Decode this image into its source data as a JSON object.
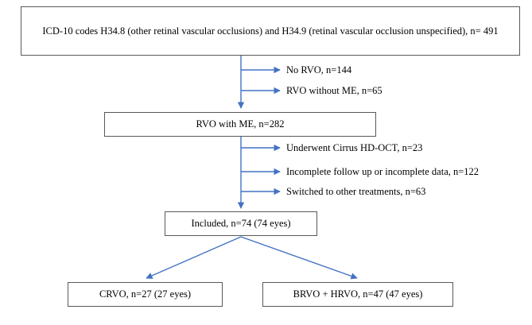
{
  "figure": {
    "type": "flowchart",
    "orientation": "top-to-bottom",
    "connector_color": "#4472C4",
    "box_border_color": "#595959",
    "text_color": "#000000",
    "background": "#ffffff"
  },
  "nodes": {
    "source": {
      "label": "ICD-10 codes H34.8 (other retinal vascular occlusions) and H34.9 (retinal vascular occlusion unspecified), n= 491",
      "n": 491
    },
    "rvo_with_me": {
      "label": "RVO with ME, n=282",
      "n": 282
    },
    "included": {
      "label": "Included, n=74 (74 eyes)",
      "n": 74,
      "eyes": 74
    },
    "crvo": {
      "label": "CRVO, n=27 (27 eyes)",
      "n": 27,
      "eyes": 27
    },
    "brvo_hrvo": {
      "label": "BRVO + HRVO, n=47 (47 eyes)",
      "n": 47,
      "eyes": 47
    }
  },
  "exclusions": {
    "stage_one": [
      {
        "label": "No RVO, n=144",
        "n": 144
      },
      {
        "label": "RVO without ME, n=65",
        "n": 65
      }
    ],
    "stage_two": [
      {
        "label": "Underwent Cirrus HD-OCT, n=23",
        "n": 23
      },
      {
        "label": "Incomplete follow up or incomplete data, n=122",
        "n": 122
      },
      {
        "label": "Switched to other treatments, n=63",
        "n": 63
      }
    ]
  }
}
